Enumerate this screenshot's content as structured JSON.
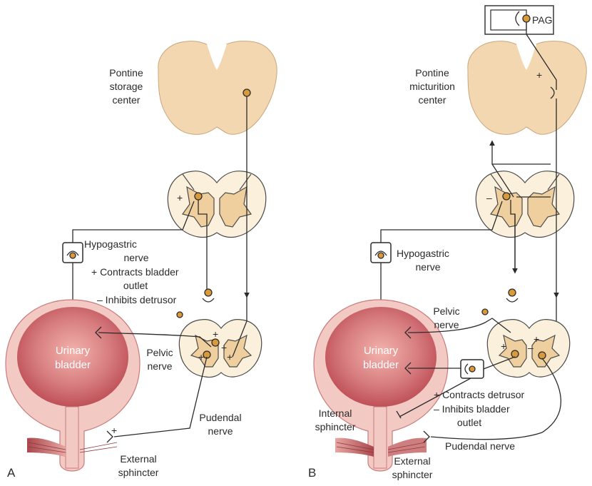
{
  "panels": [
    {
      "letter": "A",
      "pontine": [
        "Pontine",
        "storage",
        "center"
      ],
      "hypogastric": [
        "Hypogastric",
        "nerve"
      ],
      "hypogastric_effects": [
        "+ Contracts bladder",
        "outlet",
        "– Inhibits detrusor"
      ],
      "bladder": [
        "Urinary",
        "bladder"
      ],
      "pelvic": [
        "Pelvic",
        "nerve"
      ],
      "pudendal": [
        "Pudendal",
        "nerve"
      ],
      "external": [
        "External",
        "sphincter"
      ]
    },
    {
      "letter": "B",
      "pag": "PAG",
      "pontine": [
        "Pontine",
        "micturition",
        "center"
      ],
      "hypogastric": [
        "Hypogastric",
        "nerve"
      ],
      "pelvic": [
        "Pelvic",
        "nerve"
      ],
      "bladder": [
        "Urinary",
        "bladder"
      ],
      "pelvic_effects": [
        "+ Contracts detrusor",
        "– Inhibits bladder",
        "outlet"
      ],
      "internal": [
        "Internal",
        "sphincter"
      ],
      "pudendal": "Pudendal nerve",
      "external": [
        "External",
        "sphincter"
      ]
    }
  ],
  "signs": {
    "plus": "+",
    "minus": "–"
  },
  "colors": {
    "brainstem": "#f2d7b0",
    "cord_white_matter": "#fbf0dc",
    "cord_gray_matter": "#efcf9e",
    "neuron": "#d99a3c",
    "bladder_inner": "#c8575f",
    "bladder_wall": "#f3c9c3",
    "sphincter_muscle": "#a9474c"
  },
  "icons": [
    "neuron-icon",
    "ganglion-icon",
    "synapse-icon",
    "nerve-ending-icon"
  ]
}
